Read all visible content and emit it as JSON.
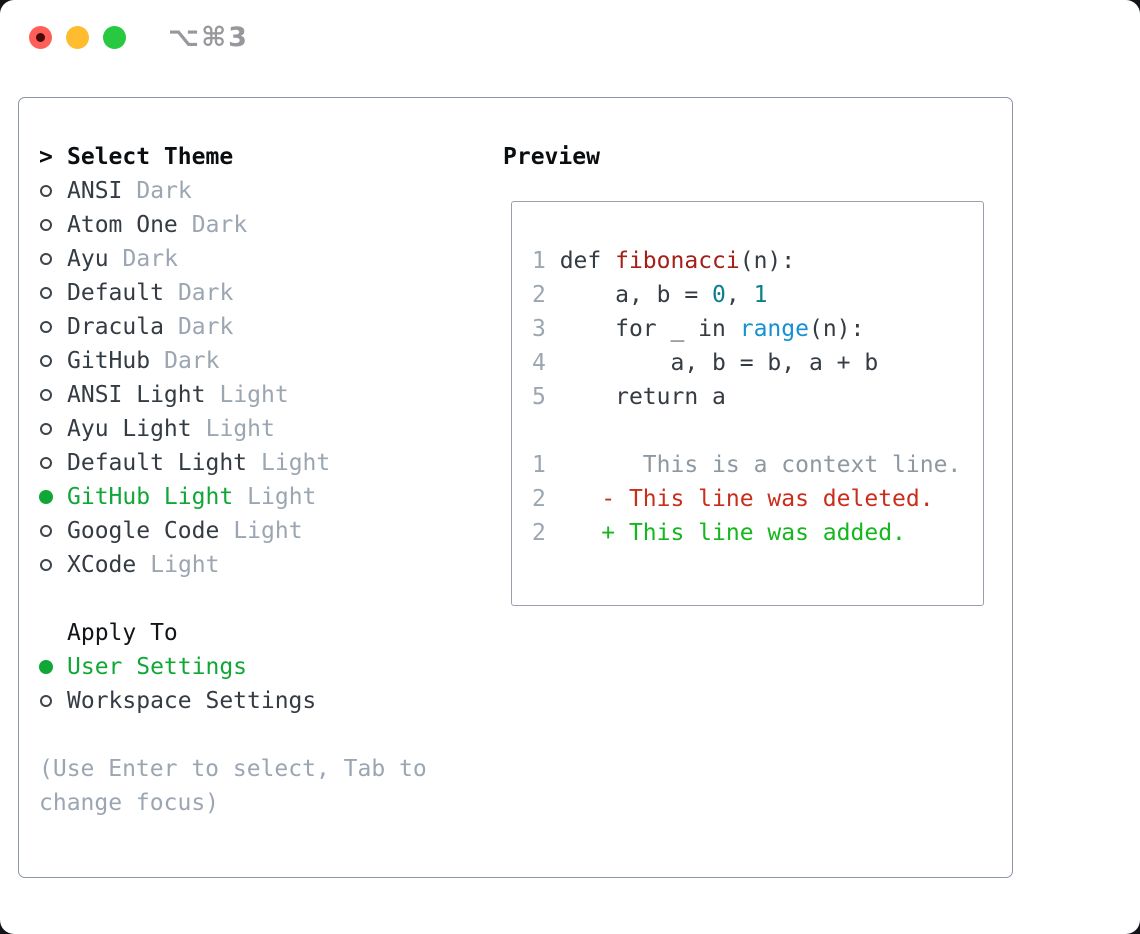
{
  "titlebar": {
    "shortcut": "⌥⌘3",
    "buttons": [
      "close",
      "minimize",
      "zoom"
    ]
  },
  "colors": {
    "fg": "#343b43",
    "muted": "#9ba6b2",
    "header": "#0b0e10",
    "selected_green": "#10a737",
    "func_red": "#a32018",
    "number_teal": "#0d7e8c",
    "builtin_blue": "#1590d1",
    "diff_context": "#8e98a1",
    "diff_deleted": "#c92e1d",
    "diff_added": "#15b71e",
    "panel_border": "#8d96a4",
    "preview_border": "#98a1ac",
    "traffic_close": "#ff5f57",
    "traffic_minimize": "#febc2e",
    "traffic_zoom": "#28c840"
  },
  "theme_panel": {
    "header": {
      "marker": ">",
      "label": "Select Theme"
    },
    "themes": [
      {
        "name": "ANSI",
        "variant": "Dark",
        "selected": false
      },
      {
        "name": "Atom One",
        "variant": "Dark",
        "selected": false
      },
      {
        "name": "Ayu",
        "variant": "Dark",
        "selected": false
      },
      {
        "name": "Default",
        "variant": "Dark",
        "selected": false
      },
      {
        "name": "Dracula",
        "variant": "Dark",
        "selected": false
      },
      {
        "name": "GitHub",
        "variant": "Dark",
        "selected": false
      },
      {
        "name": "ANSI Light",
        "variant": "Light",
        "selected": false
      },
      {
        "name": "Ayu Light",
        "variant": "Light",
        "selected": false
      },
      {
        "name": "Default Light",
        "variant": "Light",
        "selected": false
      },
      {
        "name": "GitHub Light",
        "variant": "Light",
        "selected": true
      },
      {
        "name": "Google Code",
        "variant": "Light",
        "selected": false
      },
      {
        "name": "XCode",
        "variant": "Light",
        "selected": false
      }
    ],
    "apply_to": {
      "label": "Apply To",
      "options": [
        {
          "name": "User Settings",
          "selected": true
        },
        {
          "name": "Workspace Settings",
          "selected": false
        }
      ]
    },
    "hint": {
      "line1": "(Use Enter to select, Tab to",
      "line2": "change focus)"
    }
  },
  "preview": {
    "title": "Preview",
    "lines": [
      {
        "n": "1",
        "s": [
          [
            "fg",
            " def "
          ],
          [
            "func_red",
            "fibonacci"
          ],
          [
            "fg",
            "(n):"
          ]
        ]
      },
      {
        "n": "2",
        "s": [
          [
            "fg",
            "     a, b = "
          ],
          [
            "number_teal",
            "0"
          ],
          [
            "fg",
            ", "
          ],
          [
            "number_teal",
            "1"
          ]
        ]
      },
      {
        "n": "3",
        "s": [
          [
            "fg",
            "     for _ in "
          ],
          [
            "builtin_blue",
            "range"
          ],
          [
            "fg",
            "(n):"
          ]
        ]
      },
      {
        "n": "4",
        "s": [
          [
            "fg",
            "         a, b = b, a + b"
          ]
        ]
      },
      {
        "n": "5",
        "s": [
          [
            "fg",
            "     return a"
          ]
        ]
      },
      {
        "n": "",
        "s": []
      },
      {
        "n": "1",
        "s": [
          [
            "diff_context",
            "       This is a context line."
          ]
        ]
      },
      {
        "n": "2",
        "s": [
          [
            "diff_deleted",
            "    - This line was deleted."
          ]
        ]
      },
      {
        "n": "2",
        "s": [
          [
            "diff_added",
            "    + This line was added."
          ]
        ]
      }
    ]
  }
}
